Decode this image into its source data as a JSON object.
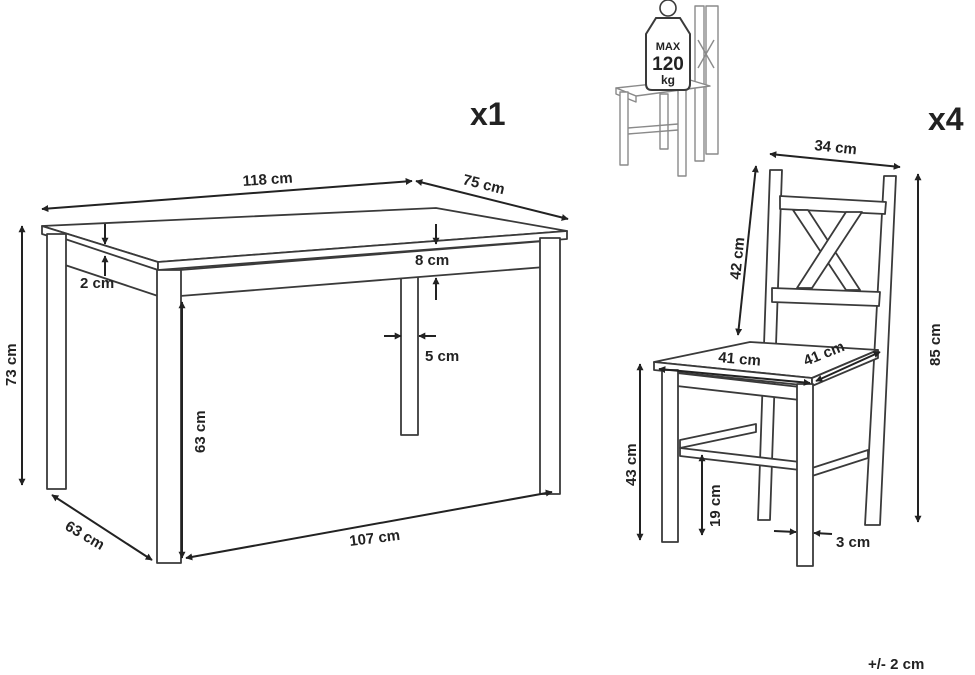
{
  "quantities": {
    "table": "x1",
    "chairs": "x4"
  },
  "table_dims": {
    "length": "118 cm",
    "depth": "75 cm",
    "height": "73 cm",
    "top_thickness": "2 cm",
    "apron_height": "8 cm",
    "leg_width": "5 cm",
    "leg_height": "63 cm",
    "inner_length": "107 cm",
    "inner_depth": "63 cm"
  },
  "chair_dims": {
    "back_width": "34 cm",
    "back_height": "42 cm",
    "total_height": "85 cm",
    "seat_width": "41 cm",
    "seat_depth": "41 cm",
    "seat_height": "43 cm",
    "stretcher_height": "19 cm",
    "leg_width": "3 cm"
  },
  "load_badge": {
    "line1": "MAX",
    "line2": "120",
    "line3": "kg"
  },
  "tolerance": "+/- 2 cm",
  "colors": {
    "lines": "#3a3a3a",
    "dimensions": "#222222",
    "thumbnail": "#8a8a8a"
  },
  "icons": [
    "weight-icon",
    "dimension-arrow-icon"
  ]
}
